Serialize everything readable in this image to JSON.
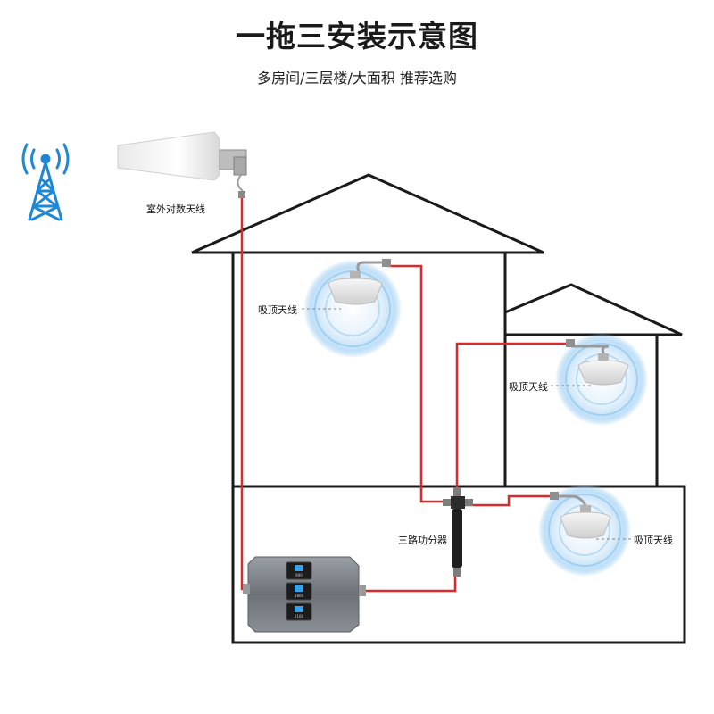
{
  "header": {
    "title": "一拖三安装示意图",
    "subtitle": "多房间/三层楼/大面积  推荐选购"
  },
  "labels": {
    "outdoor_antenna": "室外对数天线",
    "ceiling_antenna": "吸顶天线",
    "splitter": "三路功分器"
  },
  "repeater": {
    "screens": [
      "900",
      "1800",
      "2100"
    ]
  },
  "colors": {
    "cable": "#d92b2b",
    "signal": "#1e88d6",
    "outline": "#1a1a1a"
  }
}
